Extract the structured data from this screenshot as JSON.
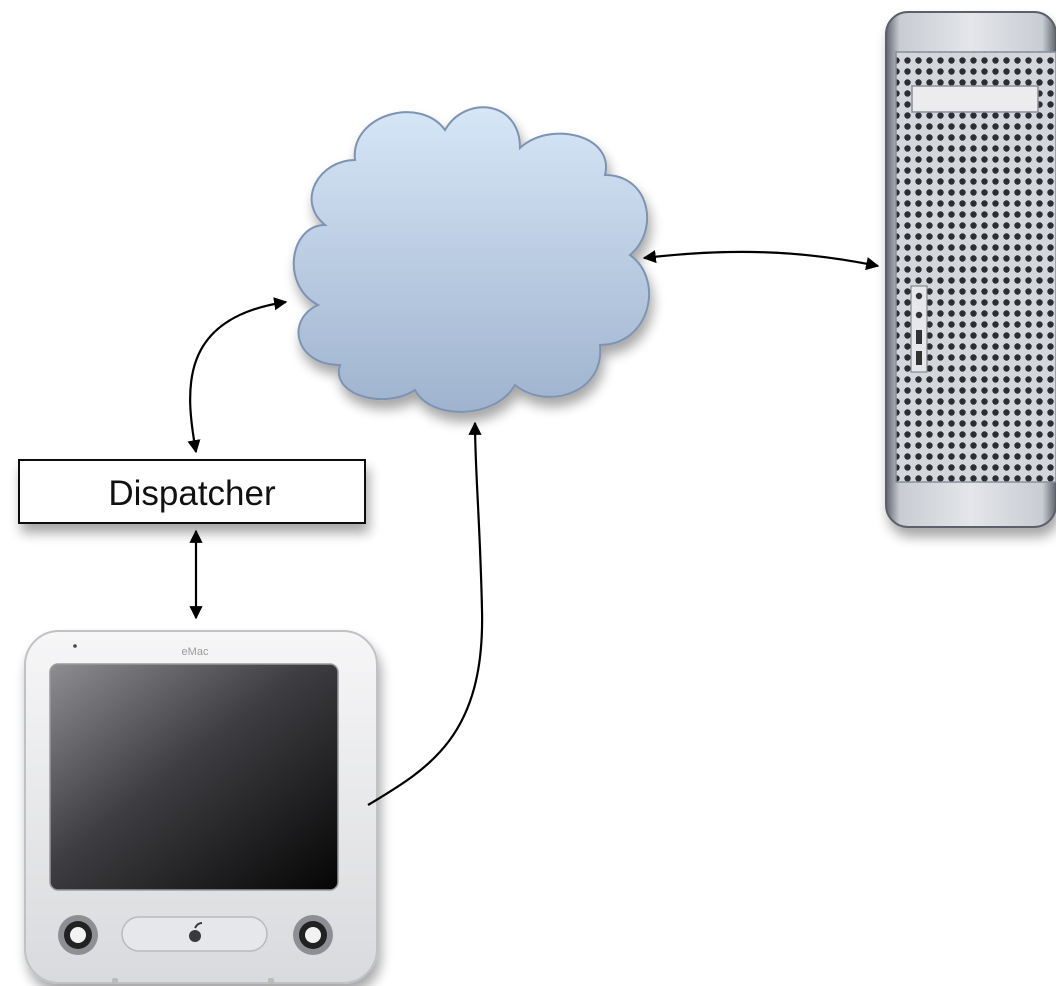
{
  "diagram": {
    "nodes": {
      "dispatcher": {
        "label": "Dispatcher"
      },
      "client": {
        "label": "eMac",
        "icon": "emac-computer-icon"
      },
      "network": {
        "icon": "cloud-icon"
      },
      "server": {
        "icon": "tower-server-icon"
      }
    },
    "edges": [
      {
        "from": "dispatcher",
        "to": "network",
        "direction": "both"
      },
      {
        "from": "dispatcher",
        "to": "client",
        "direction": "both"
      },
      {
        "from": "client",
        "to": "network",
        "direction": "forward"
      },
      {
        "from": "network",
        "to": "server",
        "direction": "both"
      }
    ]
  },
  "colors": {
    "cloud_top": "#d6e6f7",
    "cloud_bottom": "#9fb3ce",
    "cloud_stroke": "#7d93b2",
    "box_stroke": "#111111",
    "arrow": "#000000"
  }
}
